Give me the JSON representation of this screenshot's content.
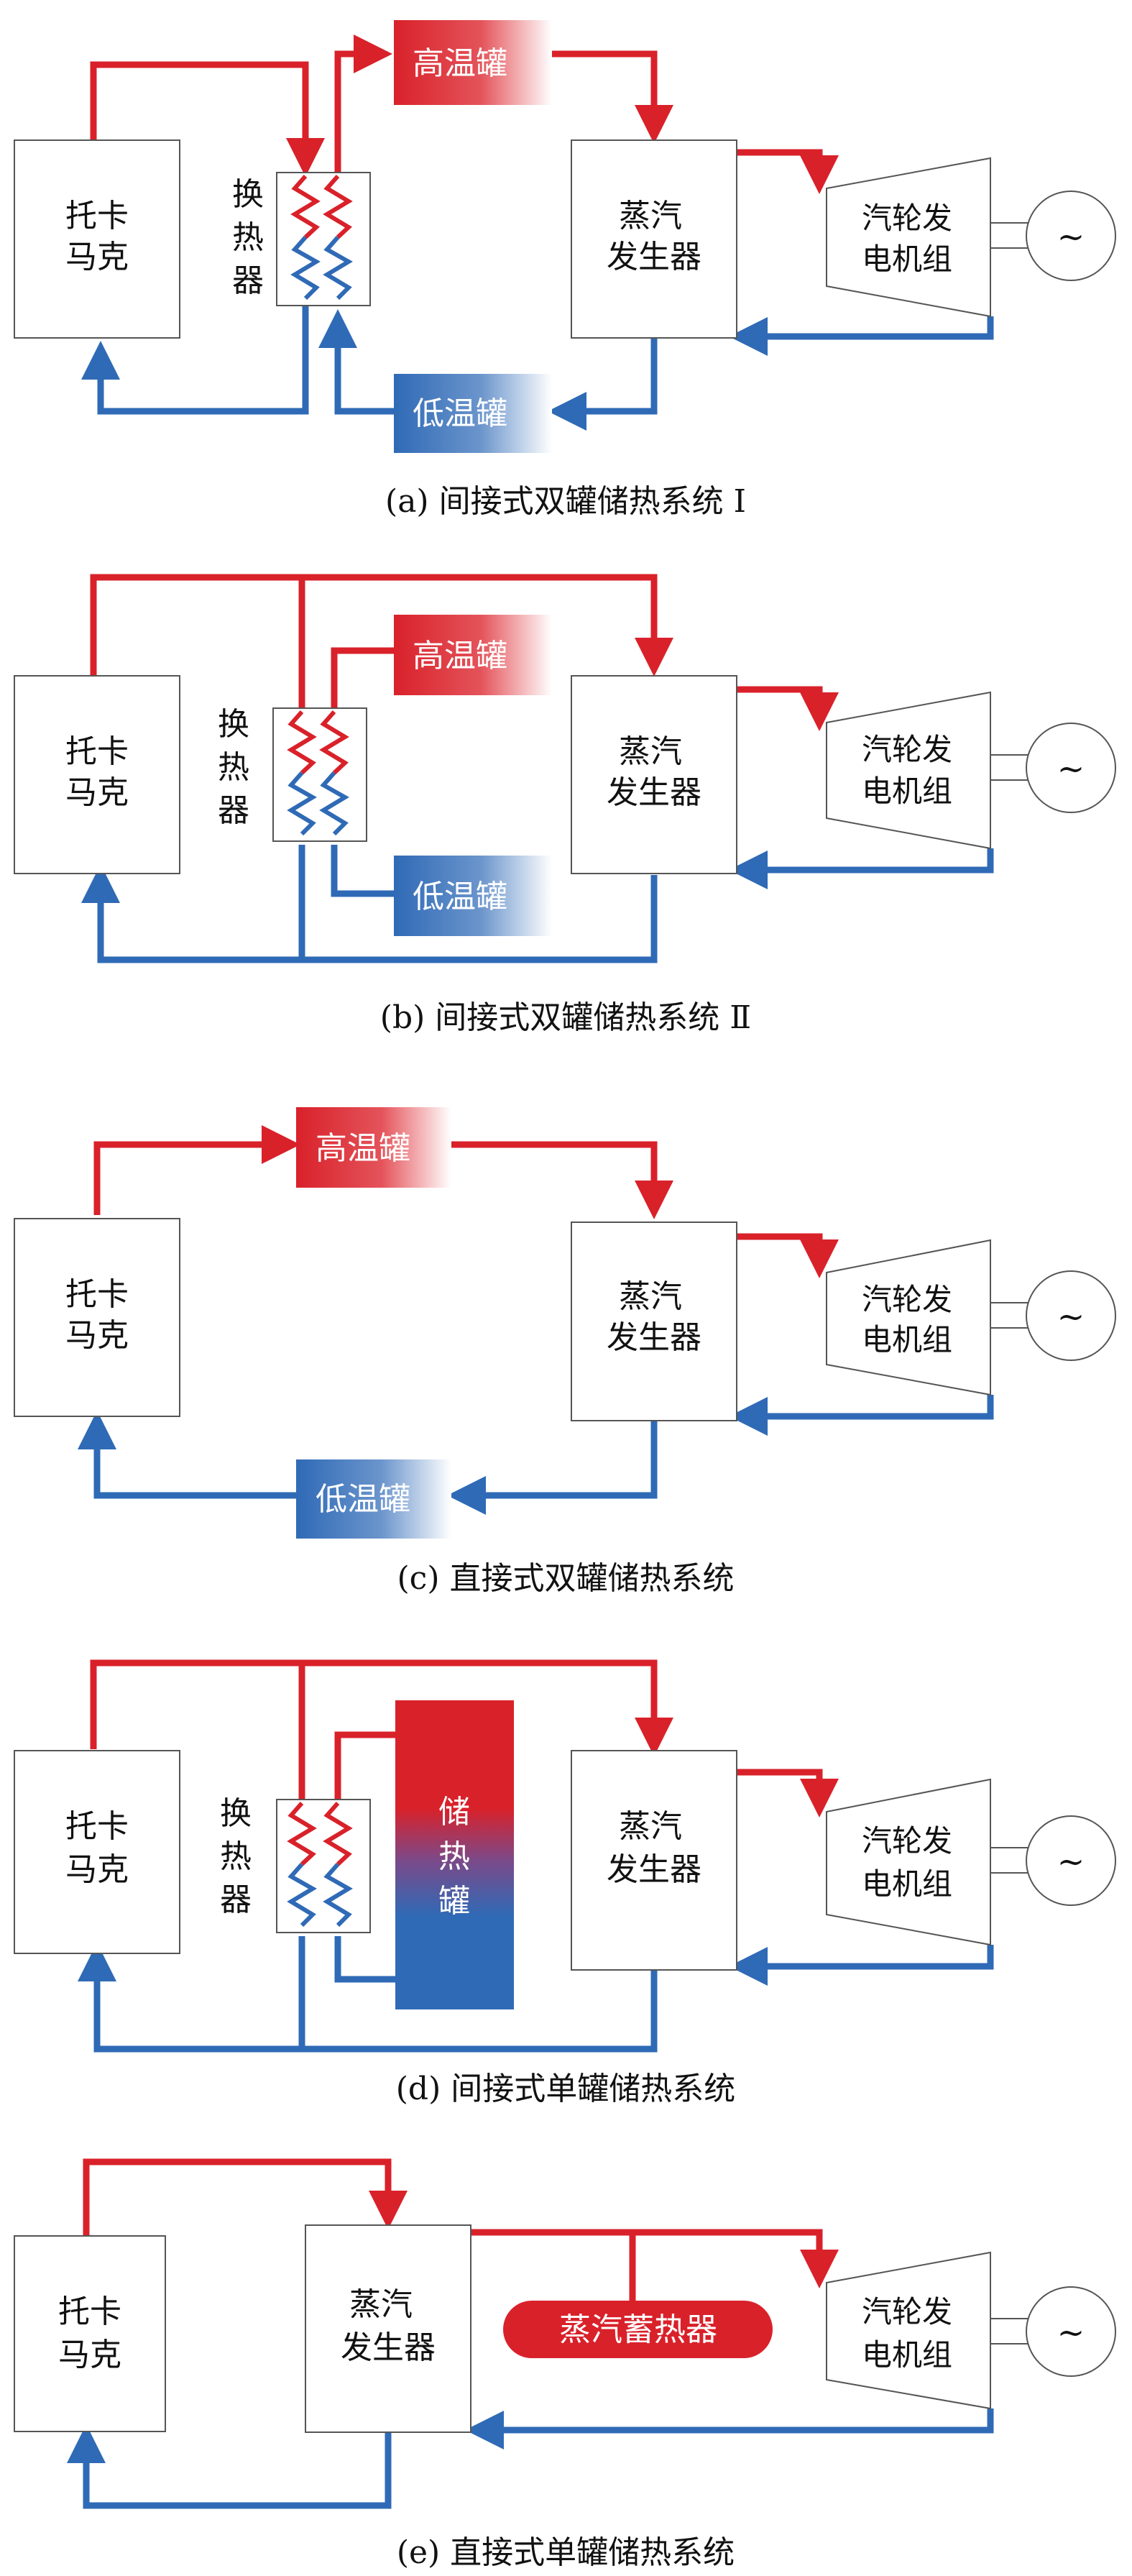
{
  "labels": {
    "tokamak_l1": "托卡",
    "tokamak_l2": "马克",
    "hx_c1": "换",
    "hx_c2": "热",
    "hx_c3": "器",
    "hot_tank": "高温罐",
    "cold_tank": "低温罐",
    "sg_l1": "蒸汽",
    "sg_l2": "发生器",
    "tg_l1": "汽轮发",
    "tg_l2": "电机组",
    "gen_symbol": "~",
    "single_tank_c1": "储",
    "single_tank_c2": "热",
    "single_tank_c3": "罐",
    "accumulator": "蒸汽蓄热器"
  },
  "captions": {
    "a": "(a) 间接式双罐储热系统 Ⅰ",
    "b": "(b) 间接式双罐储热系统 Ⅱ",
    "c": "(c) 直接式双罐储热系统",
    "d": "(d) 间接式单罐储热系统",
    "e": "(e) 直接式单罐储热系统"
  },
  "colors": {
    "hot": "#d9212a",
    "cold": "#2f6ab6",
    "box_stroke": "#555555"
  }
}
